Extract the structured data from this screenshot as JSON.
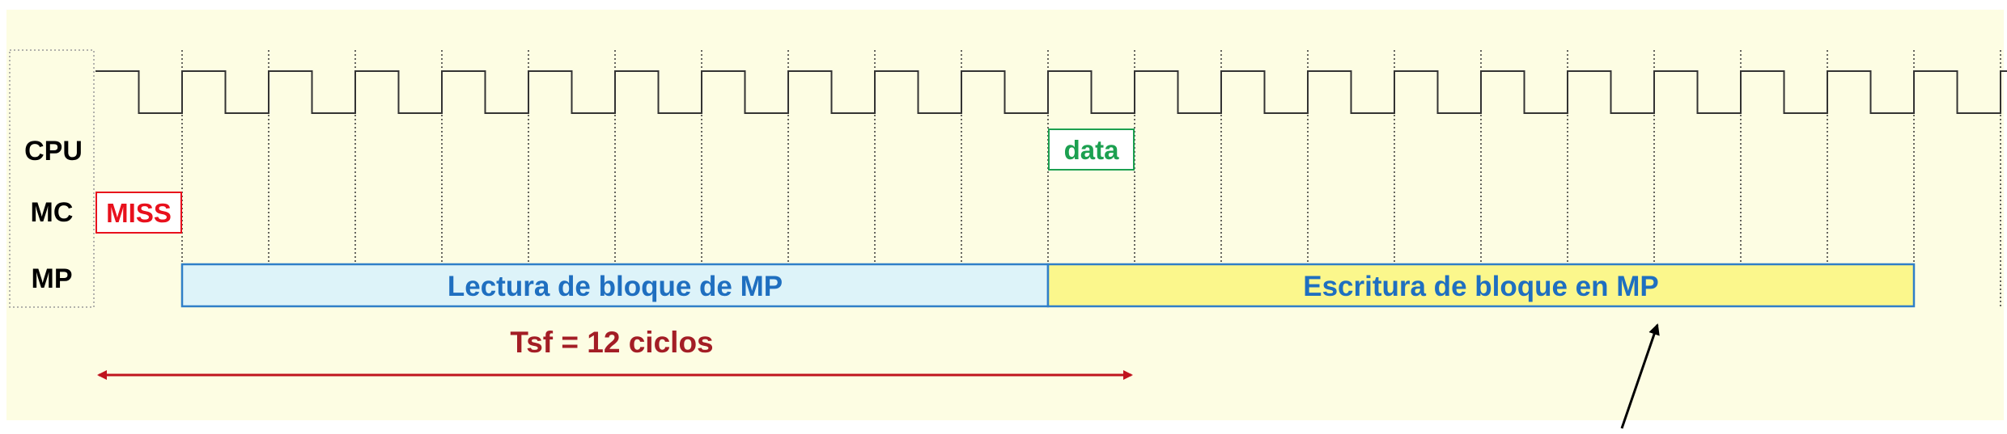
{
  "rows": {
    "cpu": "CPU",
    "mc": "MC",
    "mp": "MP"
  },
  "labels": {
    "miss": "MISS",
    "data": "data"
  },
  "blocks": {
    "read": "Lectura de bloque de MP",
    "write": "Escritura de bloque en MP"
  },
  "tsf": "Tsf = 12 ciclos",
  "timing": {
    "clock_cycles": 22,
    "miss_cycle": 0,
    "read_cycles": [
      1,
      11
    ],
    "data_cycle": 11,
    "write_cycles": [
      11,
      21
    ],
    "tsf_cycles": 12
  },
  "colors": {
    "background": "#fdfde3",
    "miss": "#e8101c",
    "data": "#1ca050",
    "block_text": "#1f6fc0",
    "read_fill": "#ddf3f9",
    "write_fill": "#fbf78c",
    "block_border": "#2f7fc8",
    "tsf": "#a31d25",
    "row_label": "#000000"
  }
}
